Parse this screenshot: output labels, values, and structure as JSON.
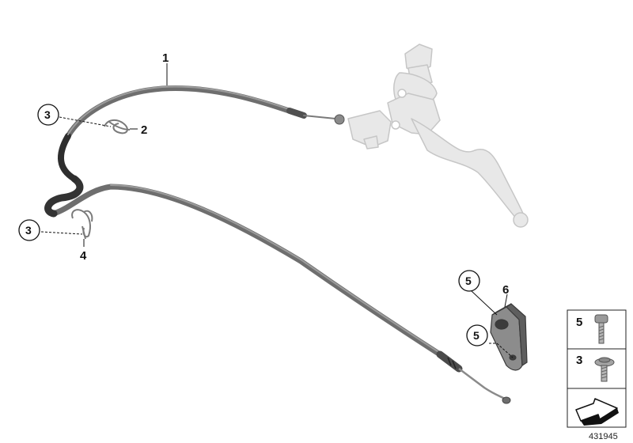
{
  "callouts": {
    "c1": "1",
    "c2": "2",
    "c3a": "3",
    "c3b": "3",
    "c4": "4",
    "c5a": "5",
    "c5b": "5",
    "c6": "6"
  },
  "legend": {
    "row1": "5",
    "row2": "3"
  },
  "diagram_id": "431945",
  "colors": {
    "cable": "#6e6e6e",
    "cable_dark": "#3c3c3c",
    "lever": "#e6e6e6",
    "lever_outline": "#c4c4c4",
    "callout": "#111111"
  }
}
